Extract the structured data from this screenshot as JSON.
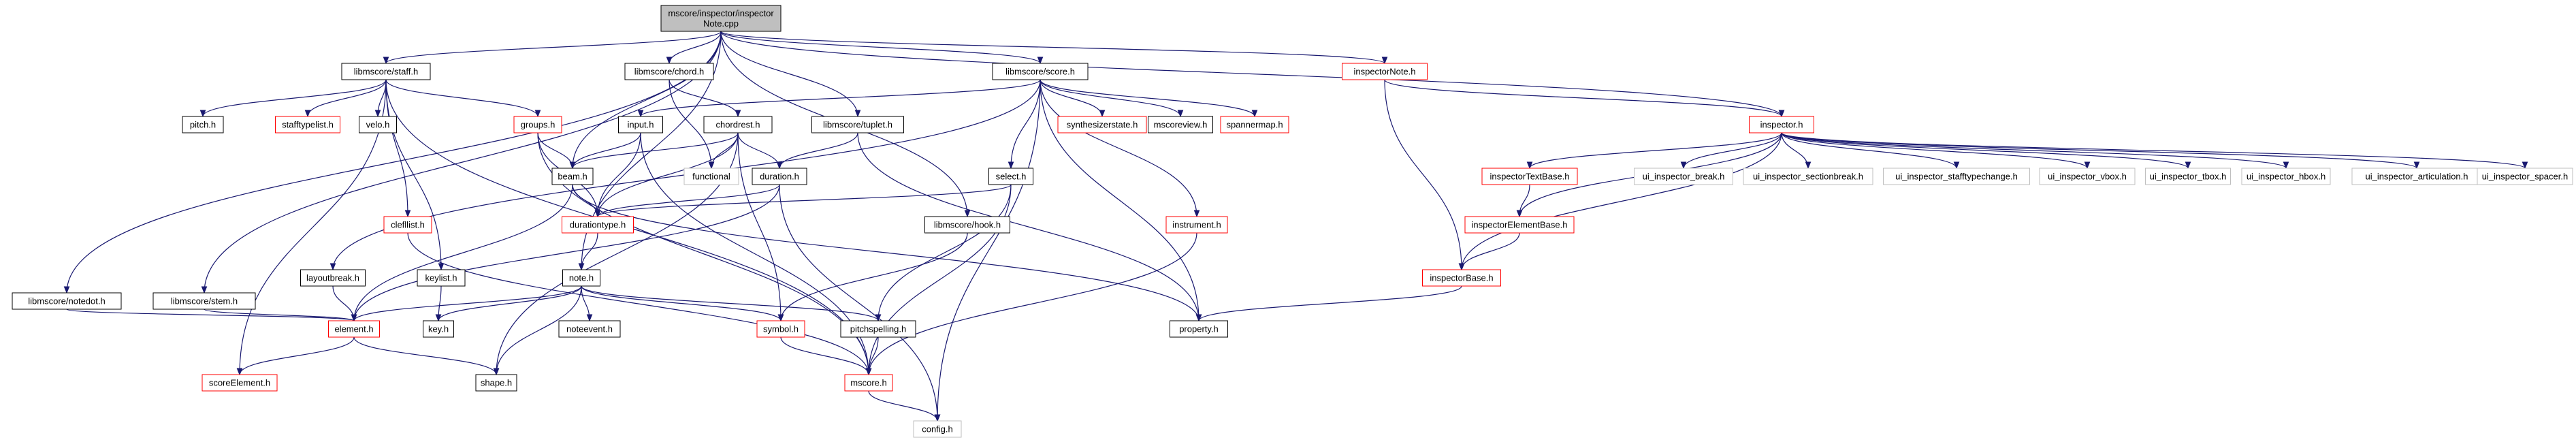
{
  "graph": {
    "root": "mscore/inspector/inspector\nNote.cpp",
    "colors": {
      "edge": "#191970",
      "root_fill": "#bfbfbf",
      "border_documented": "#000000",
      "border_undocumented": "#ff0000",
      "border_external": "#bfbfbf"
    },
    "nodes": [
      {
        "id": "root",
        "label": "mscore/inspector/inspector\nNote.cpp",
        "kind": "root"
      },
      {
        "id": "notedot",
        "label": "libmscore/notedot.h",
        "kind": "doc"
      },
      {
        "id": "stem",
        "label": "libmscore/stem.h",
        "kind": "doc"
      },
      {
        "id": "staff",
        "label": "libmscore/staff.h",
        "kind": "doc"
      },
      {
        "id": "chord",
        "label": "libmscore/chord.h",
        "kind": "doc"
      },
      {
        "id": "tuplet",
        "label": "libmscore/tuplet.h",
        "kind": "doc"
      },
      {
        "id": "hook",
        "label": "libmscore/hook.h",
        "kind": "doc"
      },
      {
        "id": "score",
        "label": "libmscore/score.h",
        "kind": "doc"
      },
      {
        "id": "inspectorNote",
        "label": "inspectorNote.h",
        "kind": "red"
      },
      {
        "id": "inspector",
        "label": "inspector.h",
        "kind": "red"
      },
      {
        "id": "pitch",
        "label": "pitch.h",
        "kind": "doc"
      },
      {
        "id": "stafftypelist",
        "label": "stafftypelist.h",
        "kind": "red"
      },
      {
        "id": "velo",
        "label": "velo.h",
        "kind": "doc"
      },
      {
        "id": "groups",
        "label": "groups.h",
        "kind": "red"
      },
      {
        "id": "input",
        "label": "input.h",
        "kind": "doc"
      },
      {
        "id": "chordrest",
        "label": "chordrest.h",
        "kind": "doc"
      },
      {
        "id": "synthesizerstate",
        "label": "synthesizerstate.h",
        "kind": "red"
      },
      {
        "id": "mscoreview",
        "label": "mscoreview.h",
        "kind": "doc"
      },
      {
        "id": "spannermap",
        "label": "spannermap.h",
        "kind": "red"
      },
      {
        "id": "functional",
        "label": "functional",
        "kind": "ext"
      },
      {
        "id": "beam",
        "label": "beam.h",
        "kind": "doc"
      },
      {
        "id": "duration",
        "label": "duration.h",
        "kind": "doc"
      },
      {
        "id": "select",
        "label": "select.h",
        "kind": "doc"
      },
      {
        "id": "clefllist",
        "label": "clefllist.h",
        "kind": "red"
      },
      {
        "id": "durationtype",
        "label": "durationtype.h",
        "kind": "red"
      },
      {
        "id": "instrument",
        "label": "instrument.h",
        "kind": "red"
      },
      {
        "id": "layoutbreak",
        "label": "layoutbreak.h",
        "kind": "doc"
      },
      {
        "id": "keylist",
        "label": "keylist.h",
        "kind": "doc"
      },
      {
        "id": "note",
        "label": "note.h",
        "kind": "doc"
      },
      {
        "id": "element",
        "label": "element.h",
        "kind": "red"
      },
      {
        "id": "key",
        "label": "key.h",
        "kind": "doc"
      },
      {
        "id": "noteevent",
        "label": "noteevent.h",
        "kind": "doc"
      },
      {
        "id": "symbol",
        "label": "symbol.h",
        "kind": "red"
      },
      {
        "id": "pitchspelling",
        "label": "pitchspelling.h",
        "kind": "doc"
      },
      {
        "id": "property",
        "label": "property.h",
        "kind": "doc"
      },
      {
        "id": "scoreElement",
        "label": "scoreElement.h",
        "kind": "red"
      },
      {
        "id": "shape",
        "label": "shape.h",
        "kind": "doc"
      },
      {
        "id": "mscore",
        "label": "mscore.h",
        "kind": "red"
      },
      {
        "id": "config",
        "label": "config.h",
        "kind": "ext"
      },
      {
        "id": "inspectorTextBase",
        "label": "inspectorTextBase.h",
        "kind": "red"
      },
      {
        "id": "inspectorElementBase",
        "label": "inspectorElementBase.h",
        "kind": "red"
      },
      {
        "id": "inspectorBase",
        "label": "inspectorBase.h",
        "kind": "red"
      },
      {
        "id": "ui_break",
        "label": "ui_inspector_break.h",
        "kind": "ext"
      },
      {
        "id": "ui_sectionbreak",
        "label": "ui_inspector_sectionbreak.h",
        "kind": "ext"
      },
      {
        "id": "ui_stafftypechange",
        "label": "ui_inspector_stafftypechange.h",
        "kind": "ext"
      },
      {
        "id": "ui_vbox",
        "label": "ui_inspector_vbox.h",
        "kind": "ext"
      },
      {
        "id": "ui_tbox",
        "label": "ui_inspector_tbox.h",
        "kind": "ext"
      },
      {
        "id": "ui_hbox",
        "label": "ui_inspector_hbox.h",
        "kind": "ext"
      },
      {
        "id": "ui_articulation",
        "label": "ui_inspector_articulation.h",
        "kind": "ext"
      },
      {
        "id": "ui_spacer",
        "label": "ui_inspector_spacer.h",
        "kind": "ext"
      }
    ],
    "edges": [
      [
        "root",
        "notedot"
      ],
      [
        "root",
        "stem"
      ],
      [
        "root",
        "staff"
      ],
      [
        "root",
        "chord"
      ],
      [
        "root",
        "tuplet"
      ],
      [
        "root",
        "hook"
      ],
      [
        "root",
        "score"
      ],
      [
        "root",
        "inspectorNote"
      ],
      [
        "root",
        "inspector"
      ],
      [
        "root",
        "beam"
      ],
      [
        "root",
        "note"
      ],
      [
        "staff",
        "pitch"
      ],
      [
        "staff",
        "stafftypelist"
      ],
      [
        "staff",
        "velo"
      ],
      [
        "staff",
        "groups"
      ],
      [
        "staff",
        "clefllist"
      ],
      [
        "staff",
        "keylist"
      ],
      [
        "staff",
        "scoreElement"
      ],
      [
        "staff",
        "mscore"
      ],
      [
        "chord",
        "chordrest"
      ],
      [
        "chord",
        "functional"
      ],
      [
        "tuplet",
        "duration"
      ],
      [
        "tuplet",
        "property"
      ],
      [
        "hook",
        "symbol"
      ],
      [
        "score",
        "input"
      ],
      [
        "score",
        "synthesizerstate"
      ],
      [
        "score",
        "mscoreview"
      ],
      [
        "score",
        "spannermap"
      ],
      [
        "score",
        "select"
      ],
      [
        "score",
        "layoutbreak"
      ],
      [
        "score",
        "instrument"
      ],
      [
        "score",
        "property"
      ],
      [
        "score",
        "config"
      ],
      [
        "inspectorNote",
        "inspector"
      ],
      [
        "inspectorNote",
        "inspectorBase"
      ],
      [
        "inspector",
        "inspectorTextBase"
      ],
      [
        "inspector",
        "inspectorElementBase"
      ],
      [
        "inspector",
        "inspectorBase"
      ],
      [
        "inspector",
        "ui_break"
      ],
      [
        "inspector",
        "ui_sectionbreak"
      ],
      [
        "inspector",
        "ui_stafftypechange"
      ],
      [
        "inspector",
        "ui_vbox"
      ],
      [
        "inspector",
        "ui_tbox"
      ],
      [
        "inspector",
        "ui_hbox"
      ],
      [
        "inspector",
        "ui_articulation"
      ],
      [
        "inspector",
        "ui_spacer"
      ],
      [
        "inspectorTextBase",
        "inspectorElementBase"
      ],
      [
        "inspectorElementBase",
        "inspectorBase"
      ],
      [
        "inspectorBase",
        "property"
      ],
      [
        "groups",
        "beam"
      ],
      [
        "groups",
        "durationtype"
      ],
      [
        "groups",
        "mscore"
      ],
      [
        "input",
        "beam"
      ],
      [
        "input",
        "durationtype"
      ],
      [
        "input",
        "mscore"
      ],
      [
        "chordrest",
        "beam"
      ],
      [
        "chordrest",
        "functional"
      ],
      [
        "chordrest",
        "duration"
      ],
      [
        "chordrest",
        "durationtype"
      ],
      [
        "chordrest",
        "symbol"
      ],
      [
        "chordrest",
        "shape"
      ],
      [
        "beam",
        "durationtype"
      ],
      [
        "beam",
        "element"
      ],
      [
        "beam",
        "property"
      ],
      [
        "duration",
        "durationtype"
      ],
      [
        "duration",
        "element"
      ],
      [
        "duration",
        "config"
      ],
      [
        "select",
        "durationtype"
      ],
      [
        "select",
        "pitchspelling"
      ],
      [
        "select",
        "mscore"
      ],
      [
        "clefllist",
        "mscore"
      ],
      [
        "durationtype",
        "note"
      ],
      [
        "instrument",
        "mscore"
      ],
      [
        "layoutbreak",
        "element"
      ],
      [
        "keylist",
        "key"
      ],
      [
        "notedot",
        "element"
      ],
      [
        "stem",
        "element"
      ],
      [
        "note",
        "element"
      ],
      [
        "note",
        "key"
      ],
      [
        "note",
        "noteevent"
      ],
      [
        "note",
        "symbol"
      ],
      [
        "note",
        "pitchspelling"
      ],
      [
        "note",
        "shape"
      ],
      [
        "element",
        "scoreElement"
      ],
      [
        "element",
        "shape"
      ],
      [
        "symbol",
        "mscore"
      ],
      [
        "pitchspelling",
        "mscore"
      ],
      [
        "mscore",
        "config"
      ]
    ]
  }
}
